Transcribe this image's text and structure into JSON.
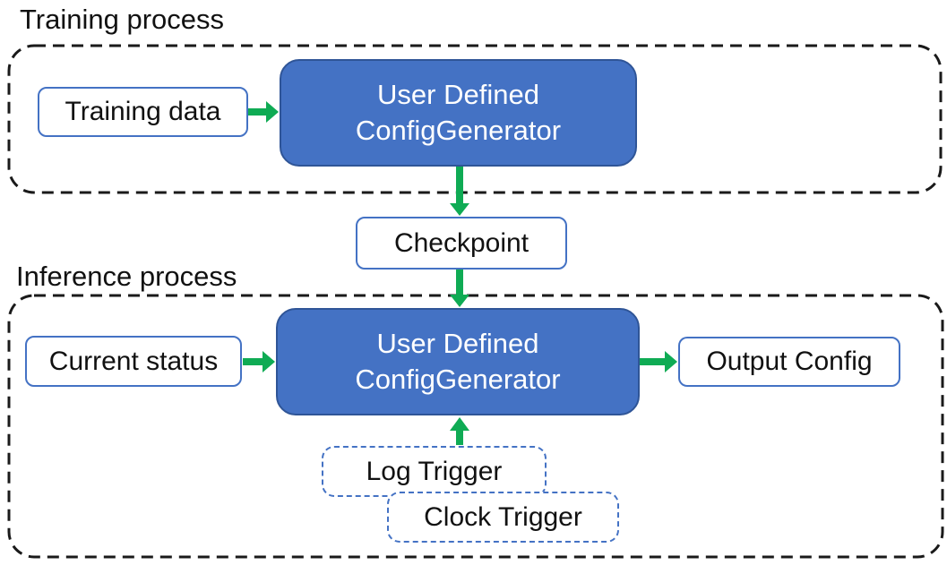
{
  "diagram": {
    "titles": {
      "training": "Training process",
      "inference": "Inference process"
    },
    "nodes": {
      "training_data": "Training data",
      "config_generator_training": {
        "line1": "User Defined",
        "line2": "ConfigGenerator"
      },
      "checkpoint": "Checkpoint",
      "current_status": "Current status",
      "config_generator_inference": {
        "line1": "User Defined",
        "line2": "ConfigGenerator"
      },
      "output_config": "Output Config",
      "log_trigger": "Log Trigger",
      "clock_trigger": "Clock Trigger"
    },
    "colors": {
      "accent-blue": "#4472C4",
      "accent-blue-dark": "#2F5597",
      "arrow-green": "#0FAB54",
      "text-black": "#111111",
      "dash-black": "#1a1a1a",
      "box-bg": "#ffffff"
    }
  }
}
